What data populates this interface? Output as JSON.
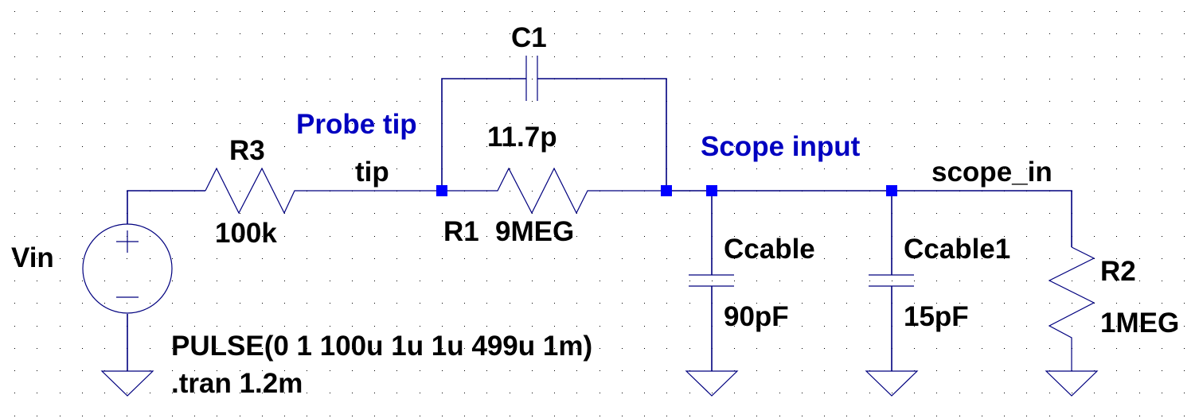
{
  "schematic": {
    "title": "Probe compensation circuit",
    "colors": {
      "wire": "#00007f",
      "junction": "#0000ff",
      "component_text": "#000000",
      "net_label_text": "#0000c0",
      "background": "#ffffff"
    },
    "components": {
      "vin": {
        "ref": "Vin",
        "type": "voltage-source",
        "plus": "+",
        "minus": "−"
      },
      "r3": {
        "ref": "R3",
        "value": "100k",
        "type": "resistor"
      },
      "r1": {
        "ref": "R1",
        "value": "9MEG",
        "type": "resistor"
      },
      "c1": {
        "ref": "C1",
        "value": "11.7p",
        "type": "capacitor"
      },
      "ccable": {
        "ref": "Ccable",
        "value": "90pF",
        "type": "capacitor"
      },
      "ccable1": {
        "ref": "Ccable1",
        "value": "15pF",
        "type": "capacitor"
      },
      "r2": {
        "ref": "R2",
        "value": "1MEG",
        "type": "resistor"
      }
    },
    "net_labels": {
      "tip": "tip",
      "scope_in": "scope_in"
    },
    "comments": {
      "probe_tip": "Probe tip",
      "scope_input": "Scope input"
    },
    "directives": {
      "source": "PULSE(0 1 100u 1u 1u 499u 1m)",
      "tran": ".tran 1.2m"
    }
  }
}
